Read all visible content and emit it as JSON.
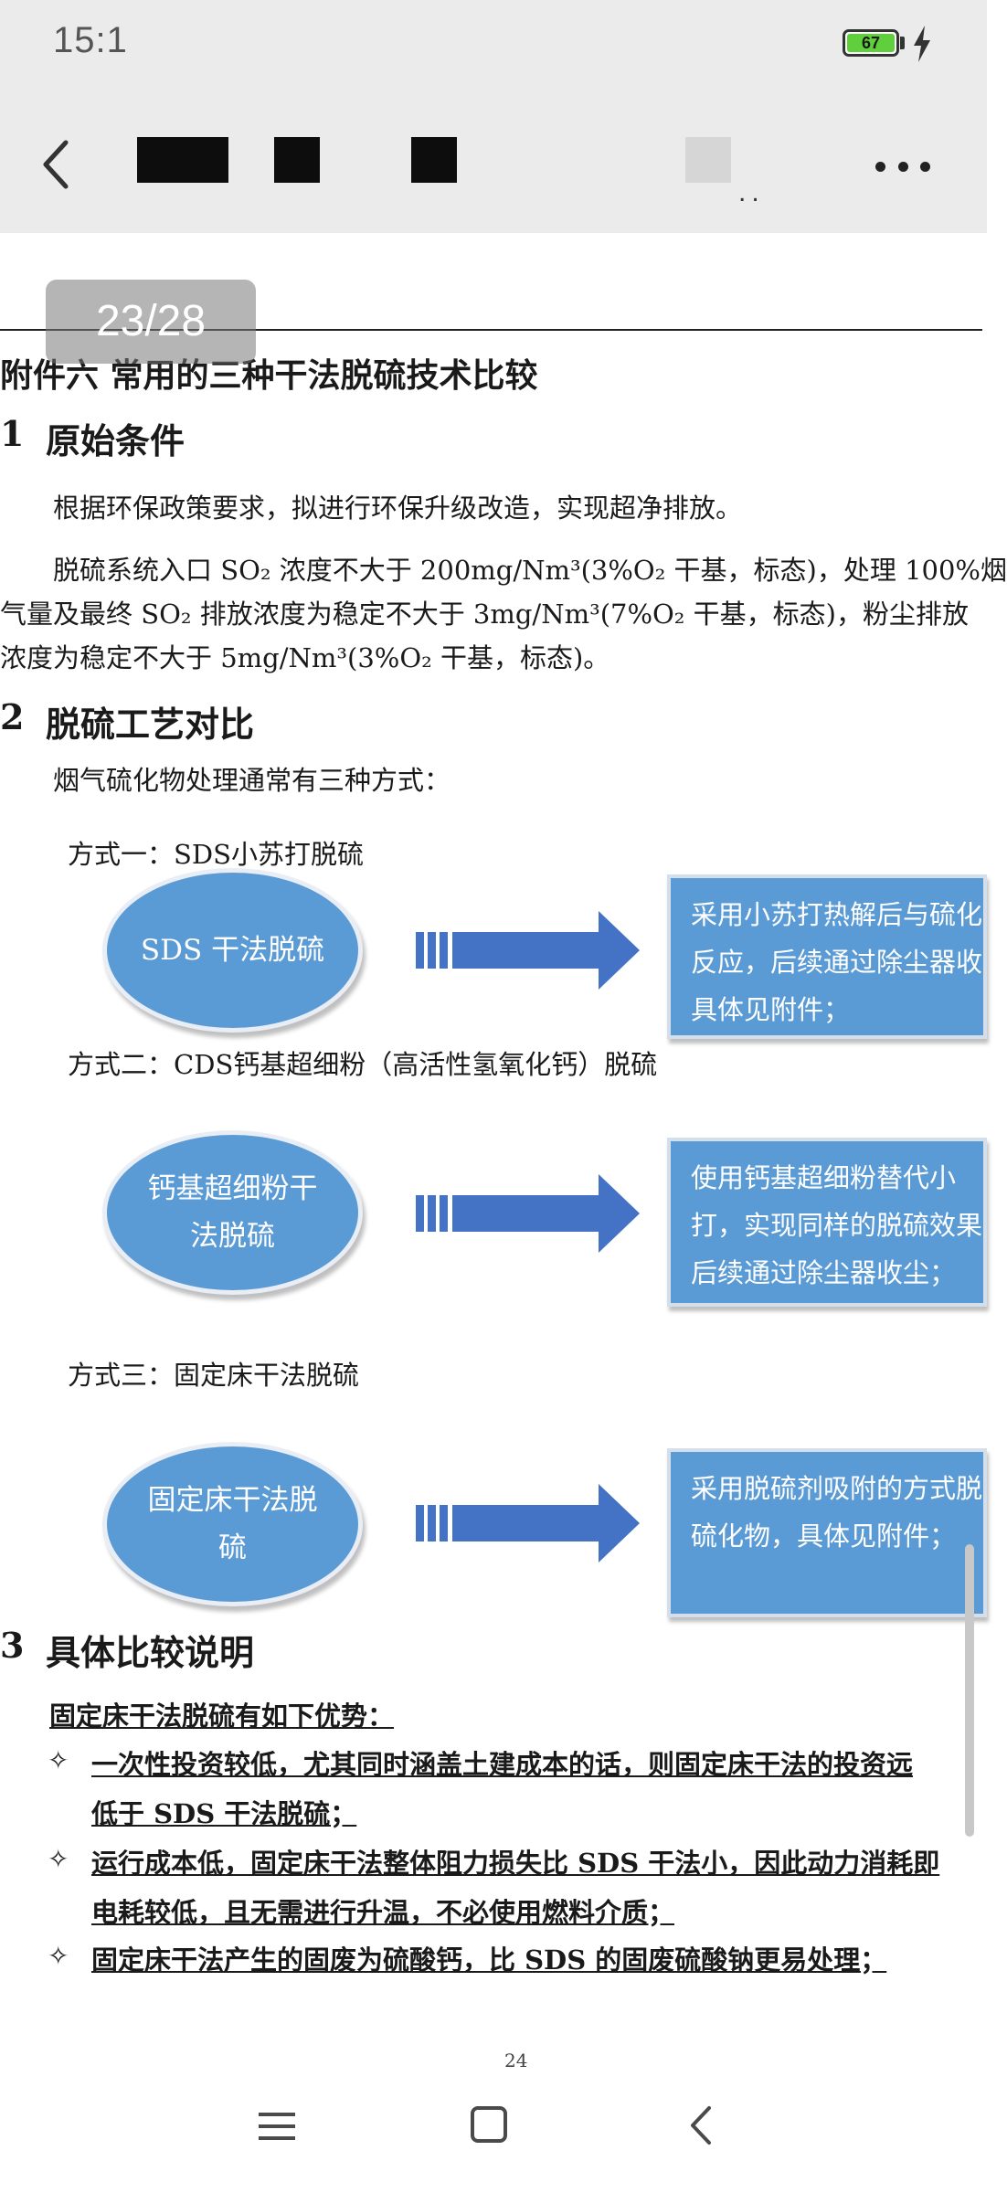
{
  "status_bar": {
    "time": "15:1",
    "battery_level": "67"
  },
  "doc": {
    "page_indicator": "23/28",
    "annex_title": "附件六 常用的三种干法脱硫技术比较",
    "section1": {
      "number": "1",
      "title": "原始条件",
      "para1": "根据环保政策要求，拟进行环保升级改造，实现超净排放。",
      "para2_lines": [
        "脱硫系统入口 SO₂ 浓度不大于 200mg/Nm³(3%O₂ 干基，标态)，处理 100%烟",
        "气量及最终 SO₂ 排放浓度为稳定不大于 3mg/Nm³(7%O₂ 干基，标态)，粉尘排放",
        "浓度为稳定不大于 5mg/Nm³(3%O₂ 干基，标态)。"
      ]
    },
    "section2": {
      "number": "2",
      "title": "脱硫工艺对比",
      "intro": "烟气硫化物处理通常有三种方式：",
      "methods": [
        {
          "label": "方式一：SDS小苏打脱硫",
          "ellipse_text": "SDS 干法脱硫",
          "box_lines": [
            "采用小苏打热解后与硫化",
            "反应，后续通过除尘器收",
            "具体见附件；"
          ]
        },
        {
          "label": "方式二：CDS钙基超细粉（高活性氢氧化钙）脱硫",
          "ellipse_text": "钙基超细粉干法脱硫",
          "box_lines": [
            "使用钙基超细粉替代小",
            "打，实现同样的脱硫效果",
            "后续通过除尘器收尘；"
          ]
        },
        {
          "label": "方式三：固定床干法脱硫",
          "ellipse_text": "固定床干法脱硫",
          "box_lines": [
            "采用脱硫剂吸附的方式脱",
            "硫化物，具体见附件；"
          ]
        }
      ]
    },
    "section3": {
      "number": "3",
      "title": "具体比较说明",
      "adv_heading": "固定床干法脱硫有如下优势：",
      "bullet_symbol": "✧",
      "advantages": [
        [
          "一次性投资较低，尤其同时涵盖土建成本的话，则固定床干法的投资远",
          "低于 SDS 干法脱硫；"
        ],
        [
          "运行成本低，固定床干法整体阻力损失比 SDS 干法小，因此动力消耗即",
          "电耗较低，且无需进行升温，不必使用燃料介质；"
        ],
        [
          "固定床干法产生的固废为硫酸钙，比 SDS 的固废硫酸钠更易处理；"
        ]
      ]
    },
    "page_number": "24"
  },
  "colors": {
    "diagram_blue": "#5b9bd5",
    "app_bar_bg": "#ebebeb",
    "battery_green": "#5fcf3b"
  }
}
